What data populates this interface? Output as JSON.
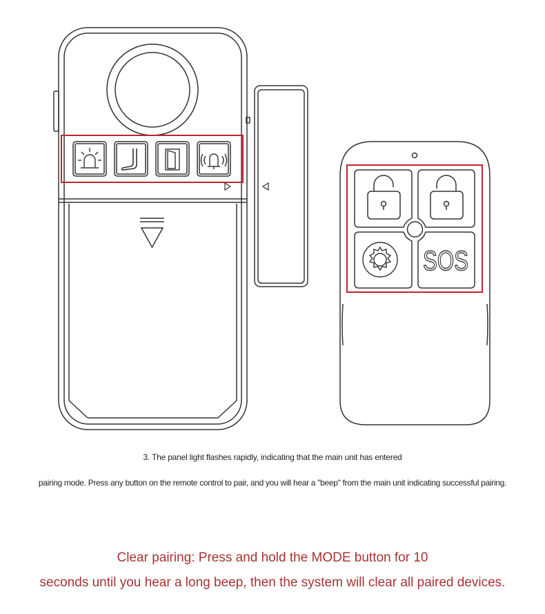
{
  "illustration": {
    "remote_buttons": {
      "sos_label": "SOS"
    },
    "icons": {
      "main_unit_buttons": [
        "siren-icon",
        "foot-icon",
        "door-icon",
        "bell-icon"
      ],
      "remote_buttons": [
        "unlock-icon",
        "unlock-icon",
        "gear-icon",
        "sos-label"
      ],
      "arrows": [
        "arrow-right-icon",
        "arrow-left-icon",
        "arrow-down-icon"
      ]
    },
    "colors": {
      "line": "#333333",
      "highlight": "#c0232d",
      "instruction_text": "#a83232"
    }
  },
  "instructions": {
    "step_line_1": "3. The panel light flashes rapidly, indicating that the main unit has entered",
    "step_line_2": "pairing mode. Press any button on the remote control to pair, and you will hear a \"beep\" from the main unit indicating successful pairing.",
    "clear_line_1": "Clear pairing: Press and hold the MODE button for 10",
    "clear_line_2": "seconds until you hear a long beep, then the system will clear all paired devices."
  }
}
